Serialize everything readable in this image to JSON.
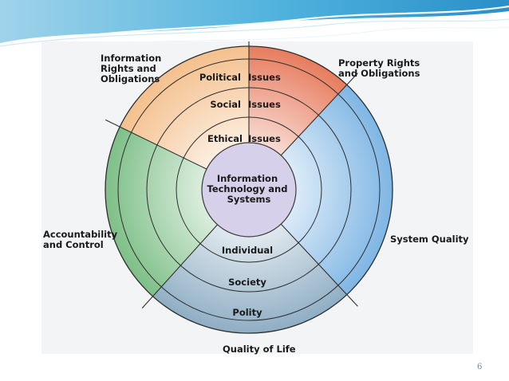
{
  "diagram": {
    "center": "Information\nTechnology and\nSystems",
    "ring_labels": {
      "political": "Political",
      "political_issues": "Issues",
      "social": "Social",
      "social_issues": "Issues",
      "ethical": "Ethical",
      "ethical_issues": "Issues",
      "individual": "Individual",
      "society": "Society",
      "polity": "Polity"
    },
    "dimensions": {
      "information_rights": "Information\nRights and\nObligations",
      "property_rights": "Property Rights\nand Obligations",
      "system_quality": "System Quality",
      "accountability": "Accountability\nand Control",
      "quality_of_life": "Quality of Life"
    },
    "colors": {
      "orange": "#f4c08d",
      "red": "#e77c5e",
      "blue": "#7fb6e4",
      "green": "#7ebf87",
      "slate": "#8faec4",
      "center": "#d6d0ea"
    }
  },
  "page_number": "6"
}
